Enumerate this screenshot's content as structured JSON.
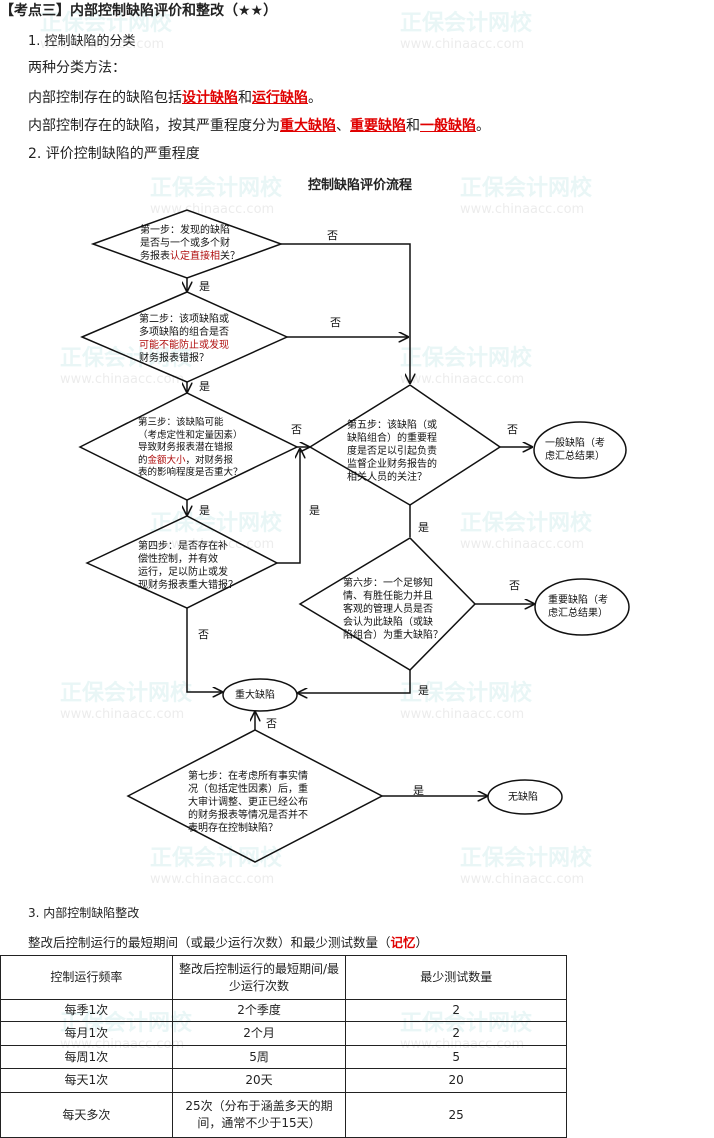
{
  "heading": "【考点三】内部控制缺陷评价和整改（★★）",
  "section1": {
    "title": "1. 控制缺陷的分类",
    "intro": "两种分类方法：",
    "line1": {
      "pre": "内部控制存在的缺陷包括",
      "a": "设计缺陷",
      "mid": "和",
      "b": "运行缺陷",
      "end": "。"
    },
    "line2": {
      "pre": "内部控制存在的缺陷，按其严重程度分为",
      "a": "重大缺陷",
      "sep": "、",
      "b": "重要缺陷",
      "mid": "和",
      "c": "一般缺陷",
      "end": "。"
    }
  },
  "section2": {
    "title": "2. 评价控制缺陷的严重程度"
  },
  "flowchart": {
    "title": "控制缺陷评价流程",
    "step1": [
      "第一步：发现的缺陷",
      "是否与一个或多个财",
      "务报表",
      "认定直接相",
      "关？"
    ],
    "step2": [
      "第二步：该项缺陷或",
      "多项缺陷的组合是否",
      "可能不能防止或发现",
      "财务报表错报？"
    ],
    "step3": [
      "第三步：该缺陷可能",
      "（考虑定性和定量因素）",
      "导致财务报表潜在错报",
      "的",
      "金额大小",
      "，对财务报",
      "表的影响程度是否重大？"
    ],
    "step4": [
      "第四步：是否存在补",
      "偿性控制，并有效",
      "运行，足以防止或发",
      "现财务报表重大错报？"
    ],
    "step5": [
      "第五步：该缺陷（或",
      "缺陷组合）的重要程",
      "度是否足以引起负责",
      "监督企业财务报告的",
      "相关人员的关注？"
    ],
    "step6": [
      "第六步：一个足够知",
      "情、有胜任能力并且",
      "客观的管理人员是否",
      "会认为此缺陷（或缺",
      "陷组合）为重大缺陷？"
    ],
    "step7": [
      "第七步：在考虑所有事实情",
      "况（包括定性因素）后，重",
      "大审计调整、更正已经公布",
      "的财务报表等情况是否并不",
      "表明存在控制缺陷？"
    ],
    "general": [
      "一般缺陷（考",
      "虑汇总结果）"
    ],
    "important": [
      "重要缺陷（考",
      "虑汇总结果）"
    ],
    "material": "重大缺陷",
    "none": "无缺陷",
    "yes": "是",
    "no": "否"
  },
  "section3": {
    "title": "3. 内部控制缺陷整改",
    "desc": "整改后控制运行的最短期间（或最少运行次数）和最少测试数量（",
    "memo": "记忆",
    "close": "）",
    "headers": [
      "控制运行频率",
      "整改后控制运行的最短期间/最少运行次数",
      "最少测试数量"
    ],
    "rows": [
      [
        "每季1次",
        "2个季度",
        "2"
      ],
      [
        "每月1次",
        "2个月",
        "2"
      ],
      [
        "每周1次",
        "5周",
        "5"
      ],
      [
        "每天1次",
        "20天",
        "20"
      ],
      [
        "每天多次",
        "25次（分布于涵盖多天的期间，通常不少于15天）",
        "25"
      ]
    ]
  },
  "watermark": {
    "brand": "正保会计网校",
    "url": "www.chinaacc.com"
  }
}
